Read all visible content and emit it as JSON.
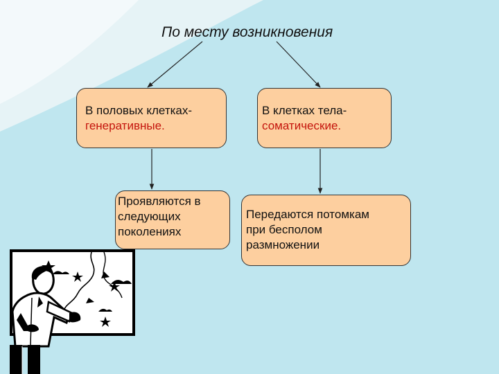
{
  "title": "По месту возникновения",
  "boxes": {
    "generative": {
      "line1": "В половых клетках-",
      "line2": "генеративные."
    },
    "somatic": {
      "line1": "В клетках тела-",
      "line2": "соматические."
    },
    "next_generations": {
      "line1": "Проявляются в",
      "line2": "следующих",
      "line3": "поколениях"
    },
    "asexual": {
      "line1": "Передаются потомкам",
      "line2": "при бесполом",
      "line3": "размножении"
    }
  },
  "clipart": {
    "icon": "man-pointing-at-map-icon"
  }
}
